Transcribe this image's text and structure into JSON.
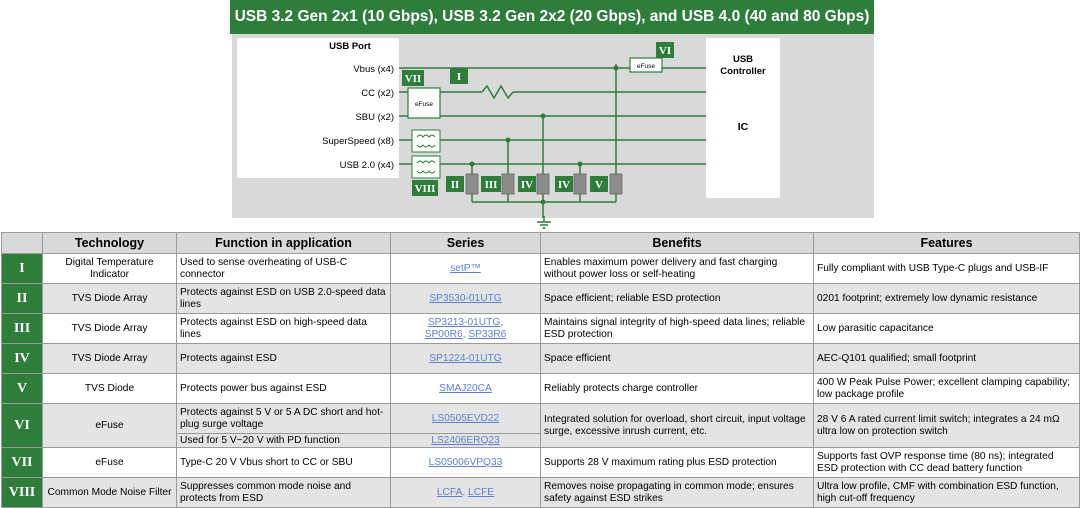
{
  "title": "USB 3.2 Gen 2x1 (10 Gbps), USB 3.2 Gen 2x2 (20 Gbps), and USB 4.0 (40 and 80 Gbps)",
  "diagram": {
    "port_title": "USB Port",
    "signals": [
      "Vbus (x4)",
      "CC (x2)",
      "SBU (x2)",
      "SuperSpeed (x8)",
      "USB 2.0 (x4)"
    ],
    "controller_line1": "USB",
    "controller_line2": "Controller",
    "ic_label": "IC",
    "efuse_label": "eFuse",
    "markers": [
      "I",
      "II",
      "III",
      "IV",
      "V",
      "VI",
      "VII",
      "VIII"
    ],
    "colors": {
      "green": "#2e7d3a",
      "panel": "#d9d9d9",
      "device": "#8c8c8c"
    }
  },
  "table": {
    "headers": [
      "",
      "Technology",
      "Function in application",
      "Series",
      "Benefits",
      "Features"
    ],
    "rows": [
      {
        "num": "I",
        "technology": "Digital Temperature Indicator",
        "function": "Used to sense overheating of USB-C connector",
        "series": [
          "setP™"
        ],
        "benefits": "Enables maximum power delivery and fast charging without power loss or self-heating",
        "features": "Fully compliant with USB Type-C plugs and USB-IF"
      },
      {
        "num": "II",
        "technology": "TVS Diode Array",
        "function": "Protects against ESD on USB 2.0-speed data lines",
        "series": [
          "SP3530-01UTG"
        ],
        "benefits": "Space efficient; reliable ESD protection",
        "features": "0201 footprint; extremely low dynamic resistance"
      },
      {
        "num": "III",
        "technology": "TVS Diode Array",
        "function": "Protects against ESD on high-speed data lines",
        "series": [
          "SP3213-01UTG",
          "SP00R6",
          "SP33R6"
        ],
        "benefits": "Maintains signal integrity of high-speed data lines; reliable ESD protection",
        "features": "Low parasitic capacitance"
      },
      {
        "num": "IV",
        "technology": "TVS Diode Array",
        "function": "Protects against ESD",
        "series": [
          "SP1224-01UTG"
        ],
        "benefits": "Space efficient",
        "features": "AEC-Q101 qualified; small footprint"
      },
      {
        "num": "V",
        "technology": "TVS Diode",
        "function": "Protects power bus against ESD",
        "series": [
          "SMAJ20CA"
        ],
        "benefits": "Reliably protects charge controller",
        "features": "400 W Peak Pulse Power; excellent clamping capability; low package profile"
      },
      {
        "num": "VI",
        "technology": "eFuse",
        "function": "Protects against 5 V or 5 A DC short and hot-plug surge voltage",
        "function2": "Used for 5 V~20 V with PD function",
        "series": [
          "LS0505EVD22"
        ],
        "series2": [
          "LS2406ERQ23"
        ],
        "benefits": "Integrated solution for overload, short circuit, input voltage surge, excessive inrush current, etc.",
        "features": "28 V 6 A rated current limit switch; integrates a 24 mΩ ultra low on protection switch"
      },
      {
        "num": "VII",
        "technology": "eFuse",
        "function": "Type-C 20 V Vbus short to CC or SBU",
        "series": [
          "LS05006VPQ33"
        ],
        "benefits": "Supports 28 V maximum rating plus ESD protection",
        "features": "Supports fast OVP response time (80 ns); integrated ESD protection with CC dead battery function"
      },
      {
        "num": "VIII",
        "technology": "Common Mode Noise Filter",
        "function": "Suppresses common mode noise and protects from ESD",
        "series": [
          "LCFA",
          "LCFE"
        ],
        "benefits": "Removes noise propagating in common mode; ensures safety against ESD strikes",
        "features": "Ultra low profile, CMF with combination ESD function, high cut-off frequency"
      }
    ]
  }
}
